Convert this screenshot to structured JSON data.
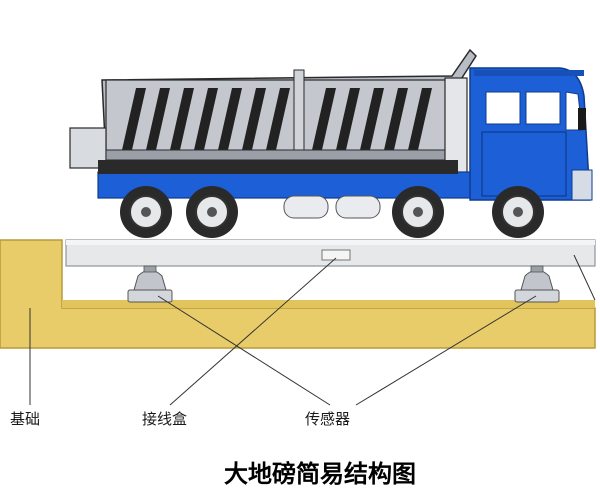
{
  "labels": {
    "foundation": "基础",
    "junction_box": "接线盒",
    "sensor": "传感器"
  },
  "title": "大地磅简易结构图",
  "colors": {
    "foundation": "#E8CC6A",
    "foundation_edge": "#B89A3A",
    "platform": "#E6E8EA",
    "truck_cab": "#1C5FD6",
    "truck_chassis": "#1C5FD6",
    "dump_body": "#B8BCC4",
    "stripe": "#222222"
  }
}
